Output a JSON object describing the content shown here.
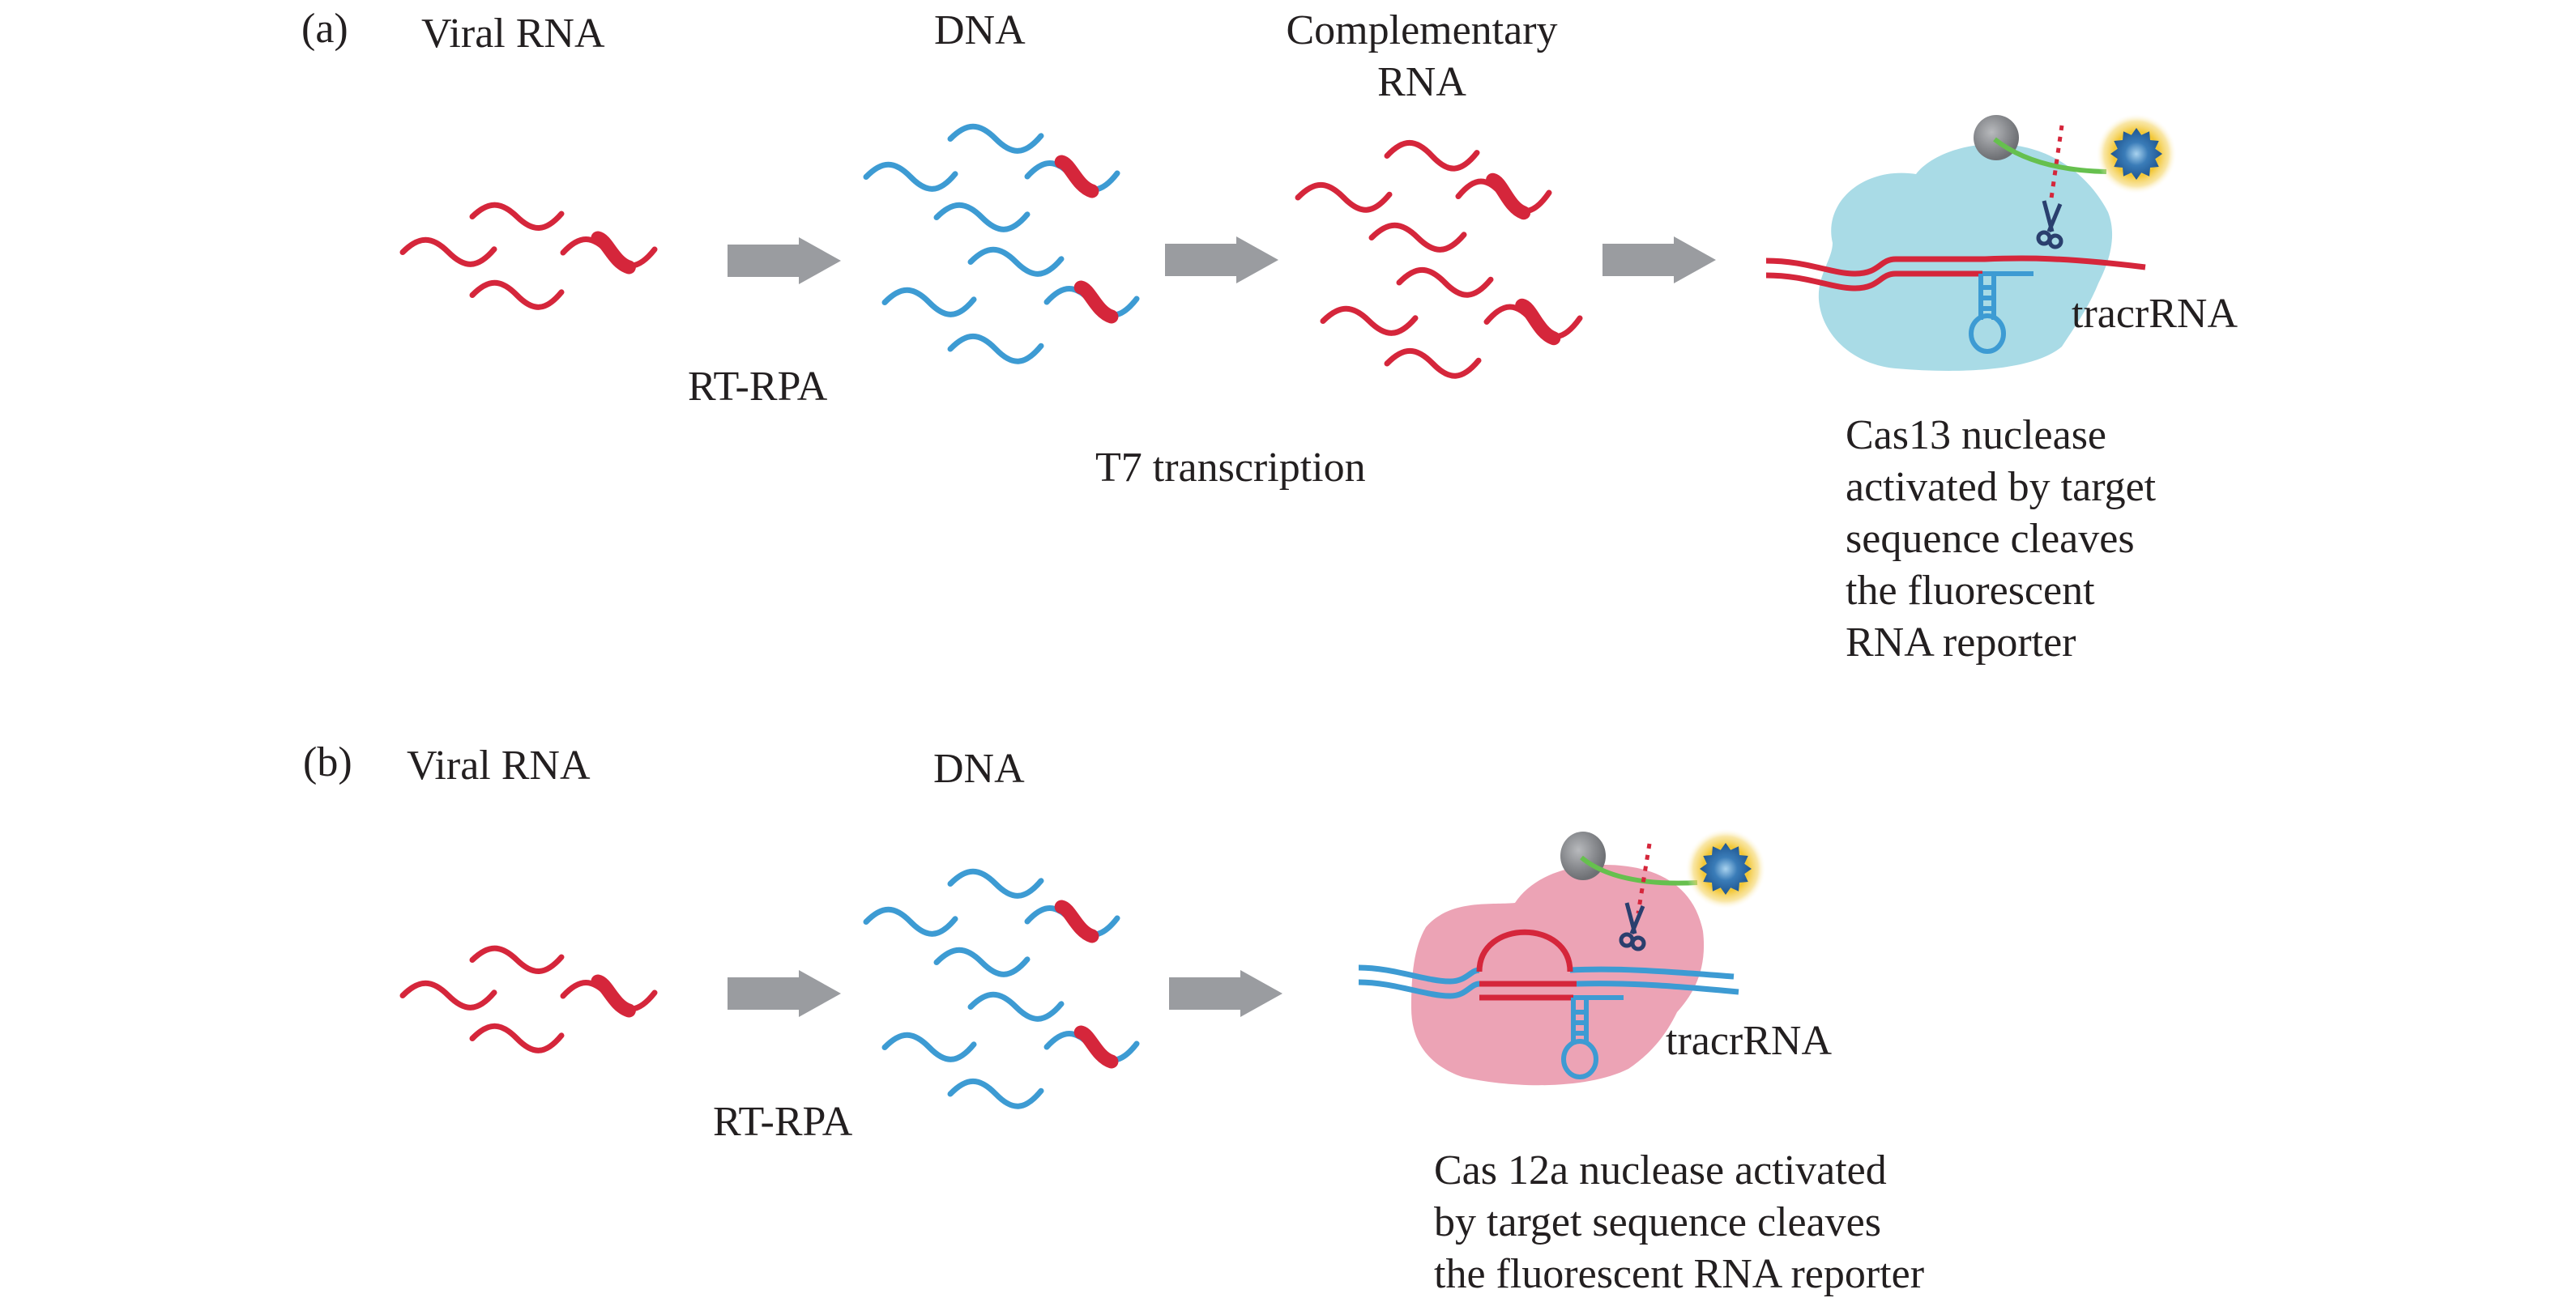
{
  "colors": {
    "rna_red": "#d5263b",
    "dna_blue": "#3d9bd3",
    "arrow_gray": "#9a9ca0",
    "cas13_blob": "#a9dbe6",
    "cas12_blob": "#eca3b5",
    "quencher_gray": "#8c8e92",
    "reporter_green": "#66c04e",
    "fluorophore_blue": "#2e6ea8",
    "glow_yellow": "#f2c634",
    "scissors_navy": "#2a3f6e",
    "text": "#231f20"
  },
  "panel_a": {
    "panel_label": "(a)",
    "stages": [
      {
        "id": "viral-rna",
        "label": "Viral RNA"
      },
      {
        "id": "dna",
        "label": "DNA"
      },
      {
        "id": "complementary-rna",
        "label_lines": [
          "Complementary",
          "RNA"
        ]
      }
    ],
    "steps": [
      {
        "from": "viral-rna",
        "to": "dna",
        "label": "RT-RPA"
      },
      {
        "from": "dna",
        "to": "complementary-rna",
        "label": "T7 transcription"
      },
      {
        "from": "complementary-rna",
        "to": "cas13-complex",
        "label": ""
      }
    ],
    "complex": {
      "nuclease": "Cas13",
      "guide_label": "tracrRNA",
      "caption_lines": [
        "Cas13 nuclease",
        "activated by target",
        "sequence cleaves",
        "the fluorescent",
        "RNA reporter"
      ]
    }
  },
  "panel_b": {
    "panel_label": "(b)",
    "stages": [
      {
        "id": "viral-rna",
        "label": "Viral RNA"
      },
      {
        "id": "dna",
        "label": "DNA"
      }
    ],
    "steps": [
      {
        "from": "viral-rna",
        "to": "dna",
        "label": "RT-RPA"
      },
      {
        "from": "dna",
        "to": "cas12a-complex",
        "label": ""
      }
    ],
    "complex": {
      "nuclease": "Cas 12a",
      "guide_label": "tracrRNA",
      "caption_lines": [
        "Cas 12a nuclease activated",
        "by target sequence cleaves",
        "the fluorescent RNA reporter"
      ]
    }
  }
}
